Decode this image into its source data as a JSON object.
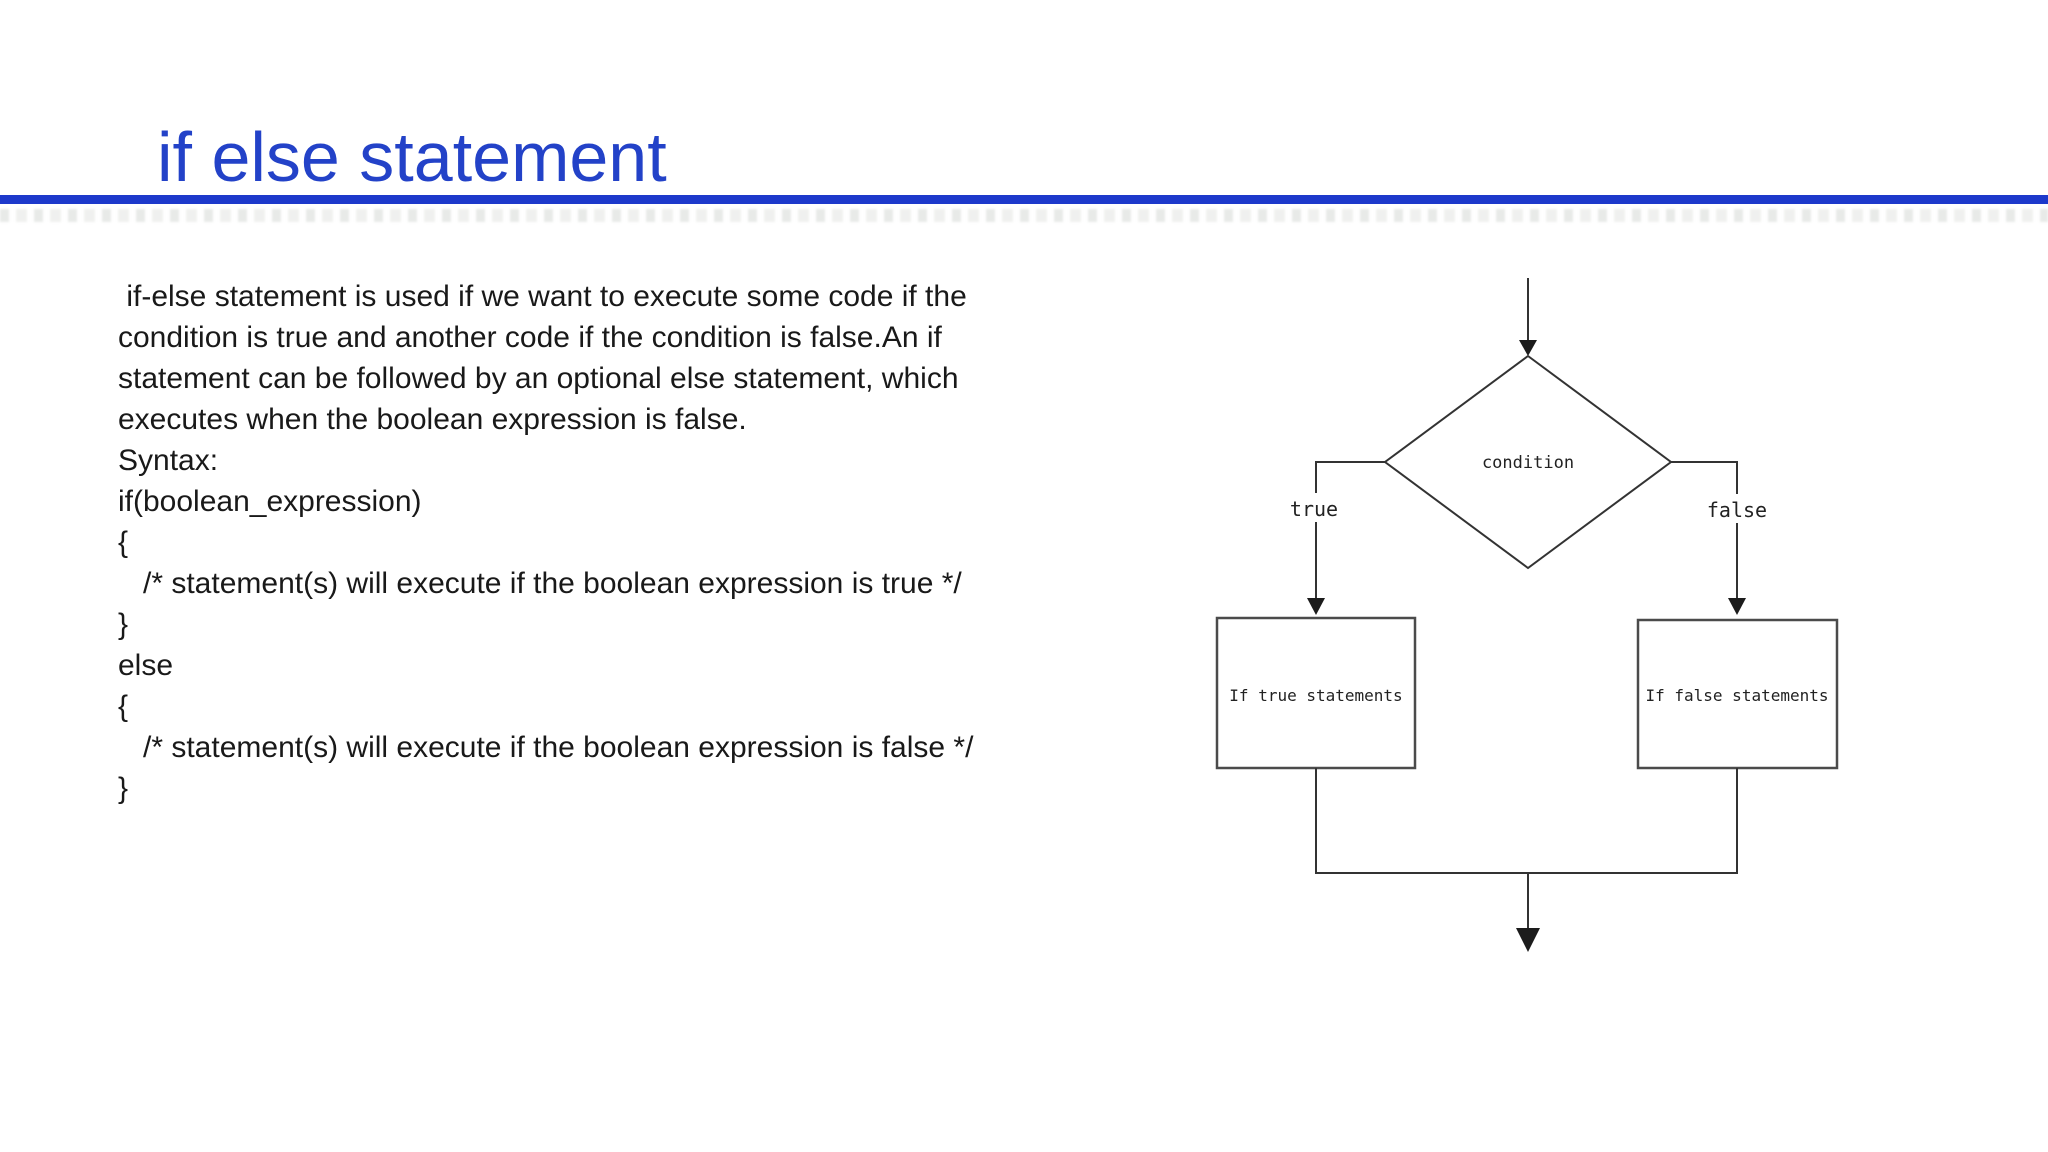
{
  "slide": {
    "title": "if else statement",
    "accent_color": "#2342c8",
    "underline_color": "#1d39cb",
    "body_lines": [
      " if-else statement is used if we want to execute some code if the",
      "condition is true and another code if the condition is false.An if",
      "statement can be followed by an optional else statement, which",
      "executes when the boolean expression is false.",
      "Syntax:",
      "if(boolean_expression)",
      "{",
      "   /* statement(s) will execute if the boolean expression is true */",
      "}",
      "else",
      "{",
      "   /* statement(s) will execute if the boolean expression is false */",
      "}"
    ]
  },
  "flowchart": {
    "condition_label": "condition",
    "true_label": "true",
    "false_label": "false",
    "true_box_label": "If true statements",
    "false_box_label": "If false statements",
    "line_color": "#333333"
  }
}
